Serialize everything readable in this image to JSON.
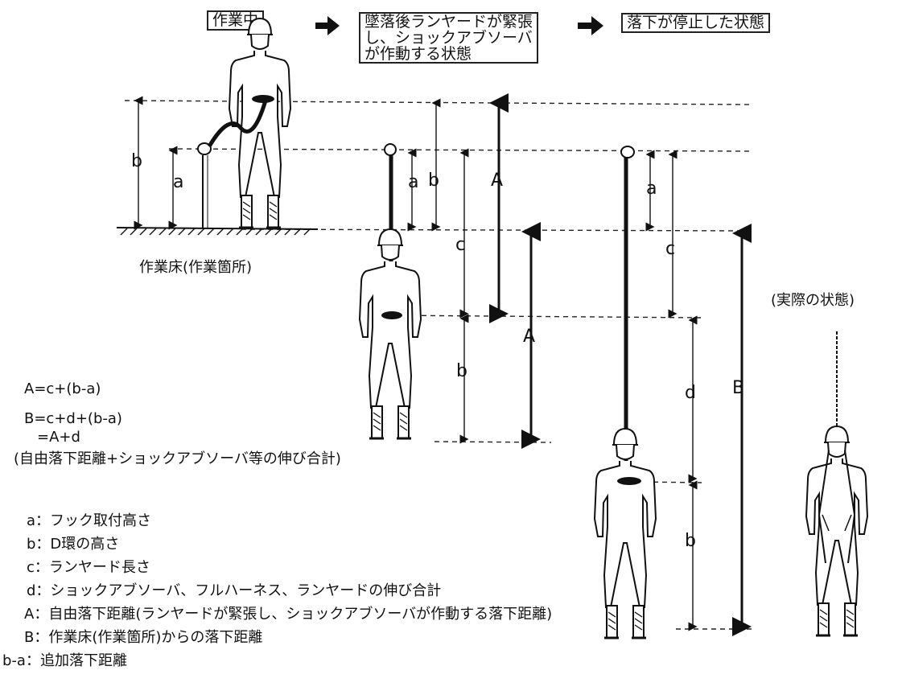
{
  "stages": {
    "working": "作業中",
    "tensioned_line1": "墜落後ランヤードが緊張",
    "tensioned_line2": "し、ショックアブソーバ",
    "tensioned_line3": "が作動する状態",
    "stopped": "落下が停止した状態"
  },
  "floor_label": "作業床(作業箇所)",
  "actual_state": "(実際の状態)",
  "dimension_letters": {
    "a": "a",
    "b": "b",
    "c": "c",
    "d": "d",
    "A": "A",
    "B": "B"
  },
  "formulas": {
    "line1": "A=c+(b-a)",
    "line2": "B=c+d+(b-a)",
    "line3": "=A+d",
    "line4": "(自由落下距離+ショックアブソーバ等の伸び合計)"
  },
  "legend": [
    "a：フック取付高さ",
    "b：D環の高さ",
    "c：ランヤード長さ",
    "d：ショックアブソーバ、フルハーネス、ランヤードの伸び合計",
    "A：自由落下距離(ランヤードが緊張し、ショックアブソーバが作動する落下距離)",
    "B：作業床(作業箇所)からの落下距離",
    "b-a：追加落下距離"
  ]
}
